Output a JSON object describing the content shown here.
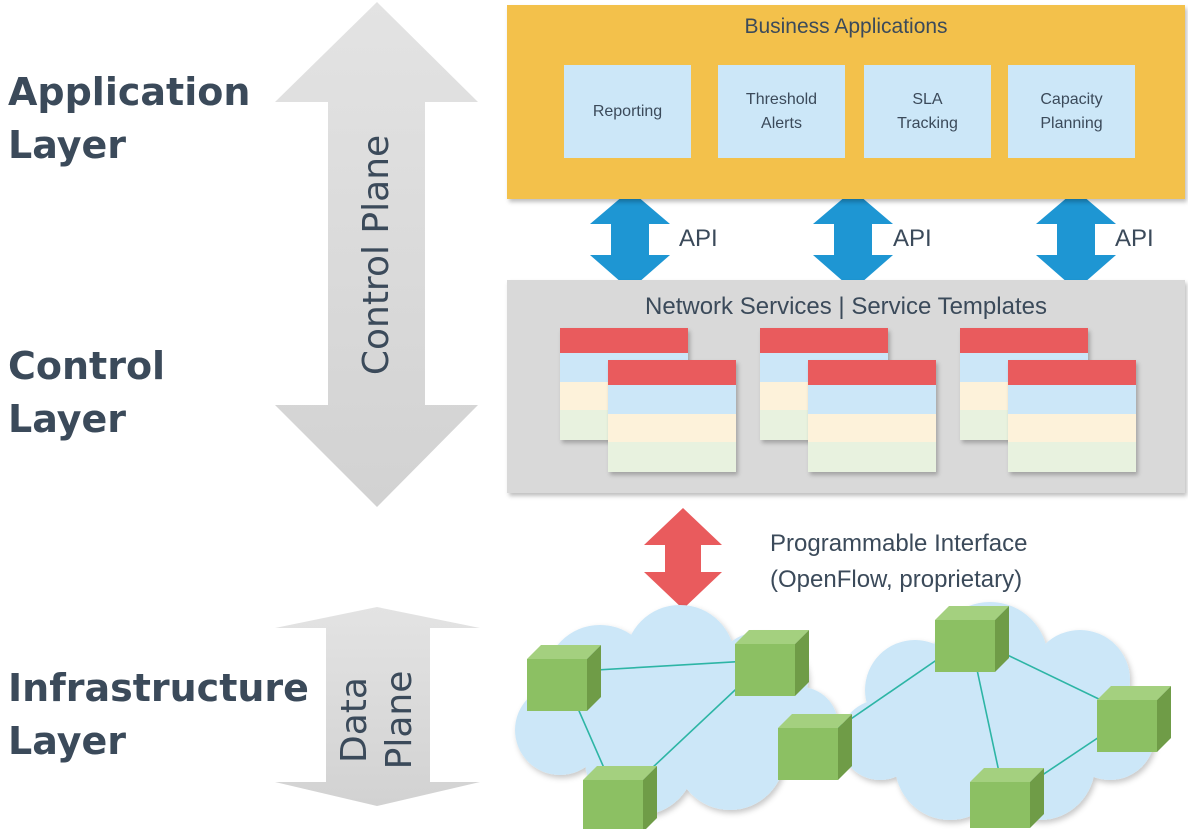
{
  "layers": {
    "application": "Application\nLayer",
    "control": "Control\nLayer",
    "infrastructure": "Infrastructure\nLayer"
  },
  "planes": {
    "control_plane": "Control Plane",
    "data_plane": "Data\nPlane"
  },
  "business": {
    "title": "Business Applications",
    "apps": [
      "Reporting",
      "Threshold\nAlerts",
      "SLA\nTracking",
      "Capacity\nPlanning"
    ]
  },
  "api": {
    "label": "API"
  },
  "control_layer": {
    "title": "Network Services | Service Templates"
  },
  "interface": {
    "line1": "Programmable Interface",
    "line2": "(OpenFlow, proprietary)"
  },
  "colors": {
    "business_bg": "#f3c14b",
    "app_box": "#cce7f8",
    "control_bg": "#d9d9d9",
    "template_header": "#e95b5d",
    "api_arrow": "#1e96d3",
    "interface_arrow": "#e95b5d",
    "plane_arrow": "#d9d9d9",
    "cloud": "#cce7f8",
    "switch": "#8cc063",
    "link": "#2db5a5",
    "text": "#3b4a5a"
  },
  "icons": [
    "plane-double-arrow",
    "api-double-arrow",
    "interface-double-arrow",
    "cloud",
    "switch-cube"
  ]
}
